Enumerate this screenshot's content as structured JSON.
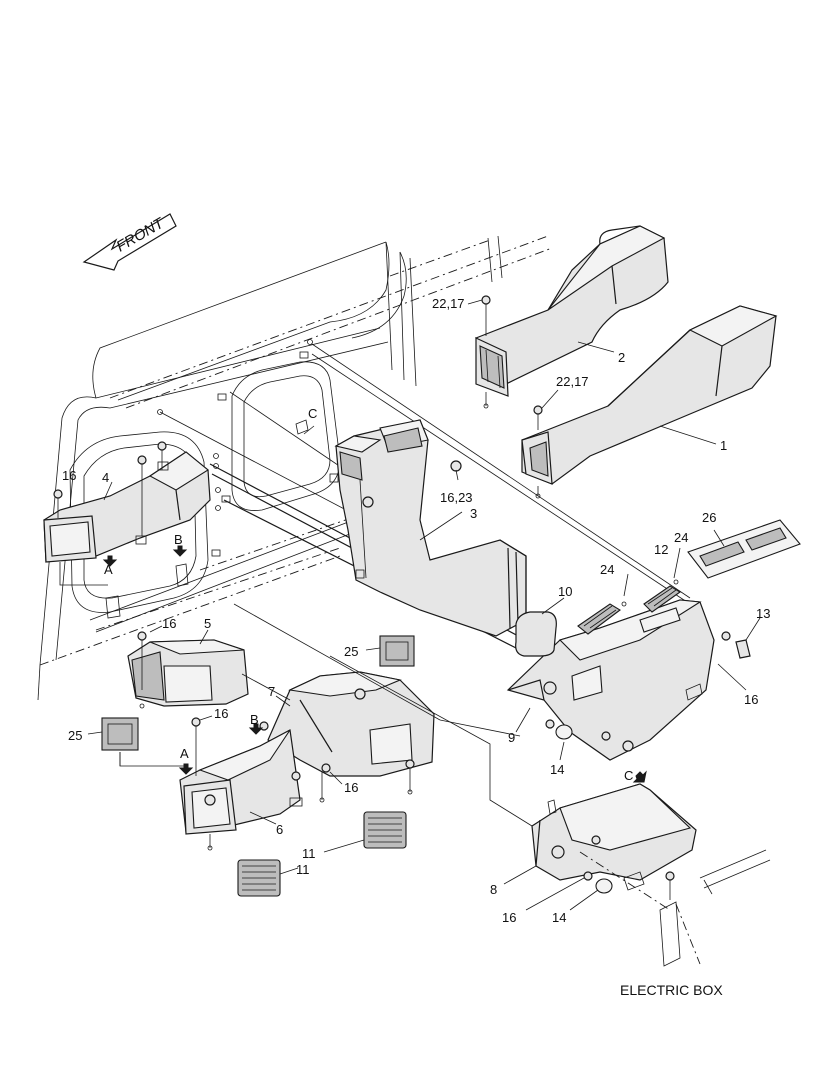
{
  "front_arrow": {
    "label": "FRONT"
  },
  "footer_note": "ELECTRIC BOX",
  "callouts": [
    {
      "id": "c-22-17-a",
      "text": "22,17"
    },
    {
      "id": "c-2",
      "text": "2"
    },
    {
      "id": "c-22-17-b",
      "text": "22,17"
    },
    {
      "id": "c-1",
      "text": "1"
    },
    {
      "id": "c-C-top",
      "text": "C"
    },
    {
      "id": "c-16-23",
      "text": "16,23"
    },
    {
      "id": "c-3",
      "text": "3"
    },
    {
      "id": "c-16-a",
      "text": "16"
    },
    {
      "id": "c-4",
      "text": "4"
    },
    {
      "id": "c-B-left",
      "text": "B"
    },
    {
      "id": "c-A-left",
      "text": "A"
    },
    {
      "id": "c-26",
      "text": "26"
    },
    {
      "id": "c-24-a",
      "text": "24"
    },
    {
      "id": "c-12",
      "text": "12"
    },
    {
      "id": "c-24-b",
      "text": "24"
    },
    {
      "id": "c-10",
      "text": "10"
    },
    {
      "id": "c-13",
      "text": "13"
    },
    {
      "id": "c-16-b",
      "text": "16"
    },
    {
      "id": "c-5",
      "text": "5"
    },
    {
      "id": "c-25-a",
      "text": "25"
    },
    {
      "id": "c-16-c",
      "text": "16"
    },
    {
      "id": "c-9",
      "text": "9"
    },
    {
      "id": "c-14-a",
      "text": "14"
    },
    {
      "id": "c-7",
      "text": "7"
    },
    {
      "id": "c-16-d",
      "text": "16"
    },
    {
      "id": "c-B-mid",
      "text": "B"
    },
    {
      "id": "c-25-b",
      "text": "25"
    },
    {
      "id": "c-A-mid",
      "text": "A"
    },
    {
      "id": "c-16-e",
      "text": "16"
    },
    {
      "id": "c-C-right",
      "text": "C"
    },
    {
      "id": "c-6",
      "text": "6"
    },
    {
      "id": "c-11-a",
      "text": "11"
    },
    {
      "id": "c-11-b",
      "text": "11"
    },
    {
      "id": "c-8",
      "text": "8"
    },
    {
      "id": "c-16-f",
      "text": "16"
    },
    {
      "id": "c-14-b",
      "text": "14"
    }
  ]
}
